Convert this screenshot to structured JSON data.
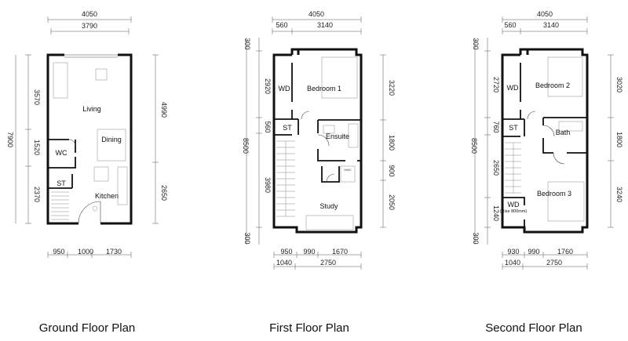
{
  "plans": [
    {
      "title": "Ground Floor Plan",
      "top_dims": [
        "4050",
        "3790"
      ],
      "left_dims": [
        "3570",
        "7900",
        "1520",
        "2370"
      ],
      "right_dims": [
        "4990",
        "2650"
      ],
      "bottom_dims": [
        "950",
        "1000",
        "1730"
      ],
      "rooms": {
        "living": "Living",
        "dining": "Dining",
        "wc": "WC",
        "st": "ST",
        "kitchen": "Kitchen"
      }
    },
    {
      "title": "First Floor Plan",
      "top_dims": [
        "4050",
        "560",
        "3140"
      ],
      "left_dims": [
        "300",
        "2920",
        "560",
        "8500",
        "3980",
        "300"
      ],
      "right_dims": [
        "3220",
        "1800",
        "900",
        "2050"
      ],
      "bottom_dims": [
        "950",
        "990",
        "1670",
        "1040",
        "2750"
      ],
      "rooms": {
        "wd": "WD",
        "bedroom1": "Bedroom 1",
        "st": "ST",
        "ensuite": "Ensuite",
        "study": "Study"
      }
    },
    {
      "title": "Second Floor Plan",
      "top_dims": [
        "4050",
        "560",
        "3140"
      ],
      "left_dims": [
        "300",
        "2720",
        "760",
        "8500",
        "2650",
        "1240",
        "300"
      ],
      "right_dims": [
        "3020",
        "1800",
        "3240"
      ],
      "bottom_dims": [
        "930",
        "990",
        "1760",
        "1040",
        "2750"
      ],
      "rooms": {
        "wd": "WD",
        "bedroom2": "Bedroom 2",
        "st": "ST",
        "bath": "Bath",
        "bedroom3": "Bedroom 3",
        "wd2": "WD",
        "wd2_note": "(Rise 800mm)"
      }
    }
  ]
}
